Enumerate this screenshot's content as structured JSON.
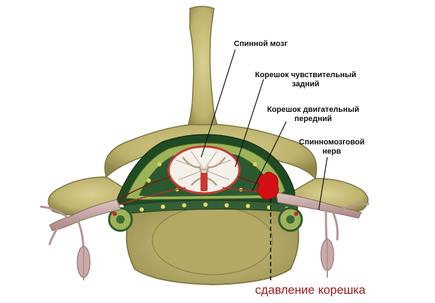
{
  "labels": {
    "spinal_cord": "Спинной мозг",
    "dorsal_root_line1": "Корешок чувствительный",
    "dorsal_root_line2": "задний",
    "ventral_root_line1": "Корешок двигательный",
    "ventral_root_line2": "передний",
    "spinal_nerve_line1": "Спинномозговой",
    "spinal_nerve_line2": "нерв",
    "compression": "сдавление корешка"
  },
  "colors": {
    "bone": "#c7bd79",
    "bone_shadow": "#8c8445",
    "membrane_green": "#2f5a2c",
    "white_matter": "#f4f1ea",
    "nerve": "#c8a9a6",
    "compression_red": "#d40f14",
    "compression_text": "#9a1818"
  }
}
